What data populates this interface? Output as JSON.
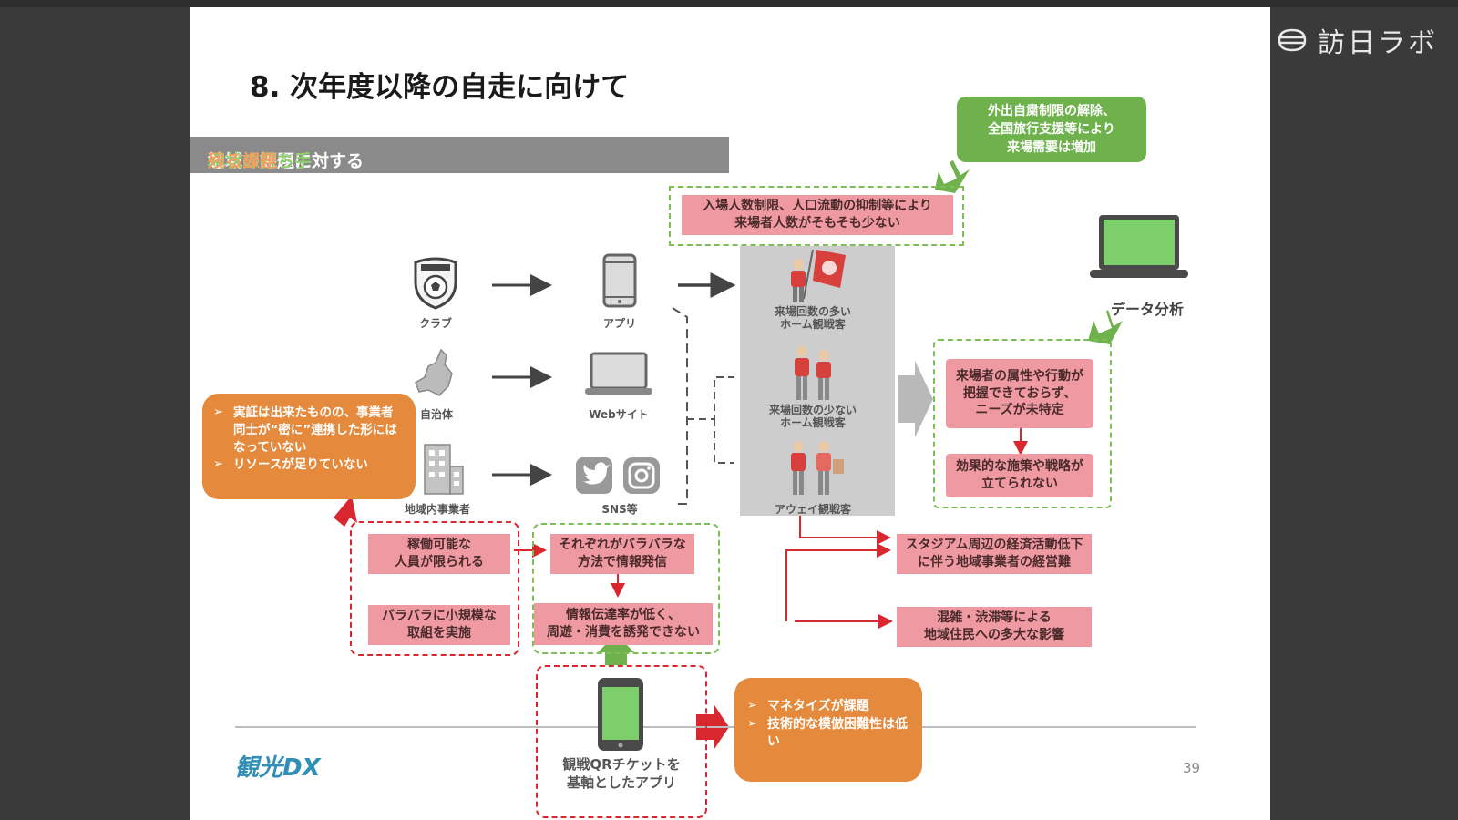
{
  "brand": {
    "logo_text": "訪日ラボ",
    "logo_icon": "lantern-icon"
  },
  "slide": {
    "title": "8. 次年度以降の自走に向けて",
    "subtitle": {
      "part1": "地域の課題に対する",
      "part2": "現状の打ち手",
      "part3": "と",
      "part4": "残る課題"
    },
    "green_callout": "外出自粛制限の解除、\n全国旅行支援等により\n来場需要は増加",
    "top_problem": "入場人数制限、人口流動の抑制等により\n来場者人数がそもそも少ない",
    "sources": [
      {
        "label": "クラブ",
        "icon": "football-crest-icon"
      },
      {
        "label": "自治体",
        "icon": "map-region-icon"
      },
      {
        "label": "地域内事業者",
        "icon": "building-icon"
      }
    ],
    "channels": [
      {
        "label": "アプリ",
        "icon": "smartphone-icon"
      },
      {
        "label": "Webサイト",
        "icon": "laptop-icon"
      },
      {
        "label": "SNS等",
        "icon": "twitter-instagram-icon"
      }
    ],
    "spectators": [
      {
        "label": "来場回数の多い\nホーム観戦客",
        "icon": "flag-supporter-icon"
      },
      {
        "label": "来場回数の少ない\nホーム観戦客",
        "icon": "couple-supporters-icon"
      },
      {
        "label": "アウェイ観戦客",
        "icon": "away-supporters-icon"
      }
    ],
    "data_analysis": {
      "label": "データ分析",
      "icon": "laptop-green-icon"
    },
    "analysis_problems": [
      "来場者の属性や行動が\n把握できておらず、\nニーズが未特定",
      "効果的な施策や戦略が\n立てられない"
    ],
    "orange_left": [
      "実証は出来たものの、事業者同士が“密に”連携した形にはなっていない",
      "リソースが足りていない"
    ],
    "red_group_left": [
      "稼働可能な\n人員が限られる",
      "バラバラに小規模な\n取組を実施"
    ],
    "green_group_mid": [
      "それぞれがバラバラな\n方法で情報発信",
      "情報伝達率が低く、\n周遊・消費を誘発できない"
    ],
    "right_problems": [
      "スタジアム周辺の経済活動低下\nに伴う地域事業者の経営難",
      "混雑・渋滞等による\n地域住民への多大な影響"
    ],
    "app_label": "観戦QRチケットを\n基軸としたアプリ",
    "orange_bottom": [
      "マネタイズが課題",
      "技術的な模倣困難性は低い"
    ],
    "footer_logo": "観光DX",
    "page_number": "39"
  },
  "colors": {
    "pink": "#ef9aa2",
    "green": "#6fb24d",
    "orange": "#e58a3c",
    "red": "#d8272f",
    "gray_bar": "#8a8a8a"
  }
}
